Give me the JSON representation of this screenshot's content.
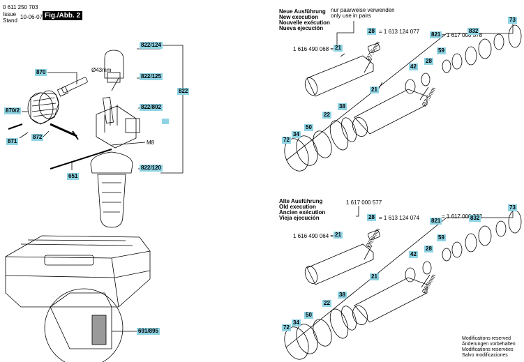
{
  "header": {
    "part_number": "0 611 250 703",
    "issue_label": "Issue",
    "stand_label": "Stand",
    "date": "10-06-07",
    "figure_label": "Fig./Abb. 2"
  },
  "left": {
    "parts": {
      "p870": "870",
      "p870_2": "870/2",
      "p871": "871",
      "p872": "872",
      "p651": "651",
      "p822_124": "822/124",
      "p822_125": "822/125",
      "p822_802": "822/802",
      "p822_120": "822/120",
      "p822": "822",
      "p691_895": "691/895"
    },
    "dim_43": "Ø43mm",
    "m8": "M8"
  },
  "top": {
    "title": [
      "Neue Ausführung",
      "New execution",
      "Nouvelle exécution",
      "Nueva ejecución"
    ],
    "pair_note": [
      "nur paarweise verwenden",
      "only use in pairs"
    ],
    "ref_28": "= 1 613 124 077",
    "ref_21": "1 616 490 068 =",
    "ref_821": "= 1 617 000 578",
    "dim_a": "Ø7,5mm",
    "dim_b": "Ø7,5mm",
    "parts": {
      "p28a": "28",
      "p21a": "21",
      "p821": "821",
      "p832": "832",
      "p73": "73",
      "p59": "59",
      "p42": "42",
      "p28b": "28",
      "p21b": "21",
      "p38": "38",
      "p22": "22",
      "p50": "50",
      "p34": "34",
      "p72": "72"
    }
  },
  "bottom": {
    "title": [
      "Alte Ausführung",
      "Old execution",
      "Ancien exécution",
      "Vieja ejecución"
    ],
    "ref_top": "1 617 000 577",
    "ref_28": "= 1 613 124 074",
    "ref_21": "1 616 490 064 =",
    "ref_821": "= 1 617 000 532",
    "dim_a": "Ø6,8mm",
    "dim_b": "Ø6,8mm",
    "parts": {
      "p28a": "28",
      "p21a": "21",
      "p821": "821",
      "p832": "832",
      "p73": "73",
      "p59": "59",
      "p42": "42",
      "p28b": "28",
      "p21b": "21",
      "p38": "38",
      "p22": "22",
      "p50": "50",
      "p34": "34",
      "p72": "72"
    }
  },
  "footer": {
    "notes": [
      "Modifications reserved",
      "Änderungen vorbehalten",
      "Modifications reservées",
      "Salvo modificaciones"
    ]
  },
  "colors": {
    "badge": "#8ed4e4",
    "line": "#000000"
  }
}
